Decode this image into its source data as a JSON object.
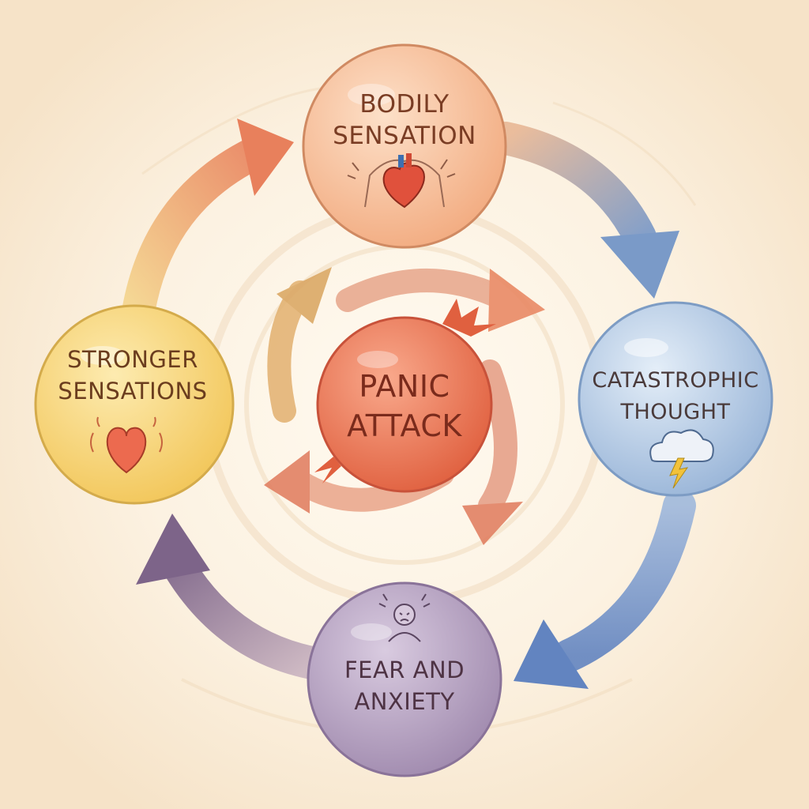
{
  "diagram": {
    "nodes": {
      "bodily": {
        "line1": "BODILY",
        "line2": "SENSATION",
        "color": "#f6c19c",
        "text_color": "#7a3d24",
        "icon": "heart-anatomy-icon"
      },
      "catastrophic": {
        "line1": "CATASTROPHIC",
        "line2": "THOUGHT",
        "color": "#b9cfe6",
        "text_color": "#4a3a3a",
        "icon": "storm-cloud-icon"
      },
      "fear": {
        "line1": "FEAR AND",
        "line2": "ANXIETY",
        "color": "#bba7c6",
        "text_color": "#4e3344",
        "icon": "anxious-person-icon"
      },
      "stronger": {
        "line1": "STRONGER",
        "line2": "SENSATIONS",
        "color": "#f7da7e",
        "text_color": "#6b3d1e",
        "icon": "heart-icon"
      },
      "panic": {
        "line1": "PANIC",
        "line2": "ATTACK",
        "color": "#ee7f60",
        "text_color": "#7a2b1c",
        "icon": "burst-icon"
      }
    },
    "arrow_colors": {
      "bodily_to_catastrophic": "#8aa3c9",
      "catastrophic_to_fear": "#6f8fc7",
      "fear_to_stronger": "#8a6f92",
      "stronger_to_bodily": "#e98d66",
      "inner": "#e6987e",
      "inner_gold": "#d9a45e"
    },
    "background_color": "#fbf1e1"
  }
}
